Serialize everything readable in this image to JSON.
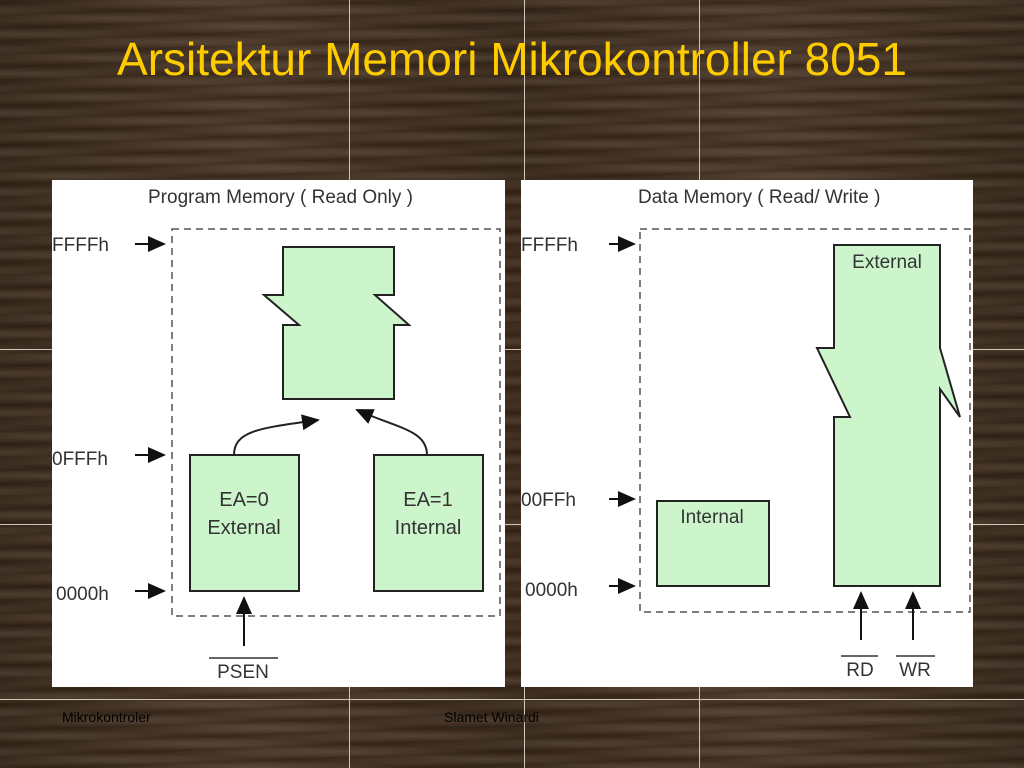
{
  "title": "Arsitektur Memori Mikrokontroller 8051",
  "footer": {
    "left": "Mikrokontroler",
    "center": "Slamet Winardi"
  },
  "program_memory": {
    "heading": "Program Memory ( Read Only )",
    "addresses": {
      "top": "FFFFh",
      "mid": "0FFFh",
      "bottom": "0000h"
    },
    "block_left": {
      "line1": "EA=0",
      "line2": "External"
    },
    "block_right": {
      "line1": "EA=1",
      "line2": "Internal"
    },
    "signal": "PSEN"
  },
  "data_memory": {
    "heading": "Data Memory ( Read/ Write  )",
    "addresses": {
      "top": "FFFFh",
      "mid": "00FFh",
      "bottom": "0000h"
    },
    "block_internal": "Internal",
    "block_external": "External",
    "signals": {
      "read": "RD",
      "write": "WR"
    }
  },
  "colors": {
    "title": "#ffcc00",
    "block_fill": "#ccf5cc",
    "background": "#3f2e20"
  }
}
